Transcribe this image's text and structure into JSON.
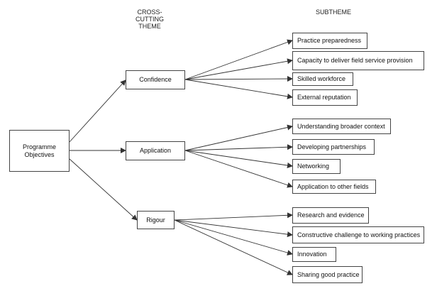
{
  "headers": {
    "theme_line1": "CROSS-CUTTING",
    "theme_line2": "THEME",
    "subtheme": "SUBTHEME"
  },
  "root": {
    "line1": "Programme",
    "line2": "Objectives"
  },
  "themes": [
    {
      "label": "Confidence",
      "subthemes": [
        "Practice preparedness",
        "Capacity to deliver field service provision",
        "Skilled workforce",
        "External reputation"
      ]
    },
    {
      "label": "Application",
      "subthemes": [
        "Understanding broader context",
        "Developing partnerships",
        "Networking",
        "Application to other fields"
      ]
    },
    {
      "label": "Rigour",
      "subthemes": [
        "Research and evidence",
        "Constructive challenge to working practices",
        "Innovation",
        "Sharing good practice"
      ]
    }
  ]
}
